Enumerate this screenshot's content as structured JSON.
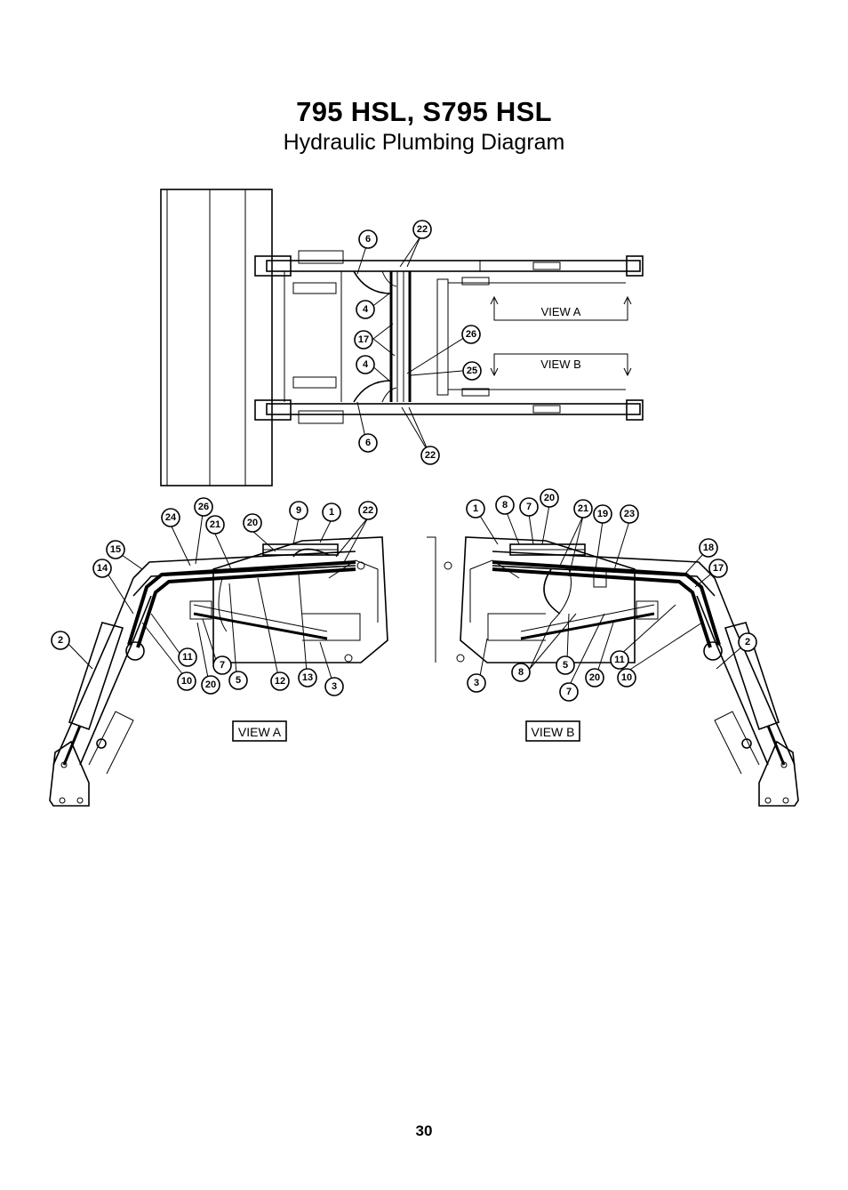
{
  "header": {
    "title": "795 HSL, S795 HSL",
    "subtitle": "Hydraulic Plumbing Diagram"
  },
  "top_view": {
    "labels": {
      "view_a": "VIEW A",
      "view_b": "VIEW B"
    },
    "callouts": [
      "6",
      "22",
      "4",
      "17",
      "26",
      "4",
      "25",
      "6",
      "22"
    ]
  },
  "view_a": {
    "label": "VIEW A",
    "callouts": [
      "24",
      "26",
      "21",
      "20",
      "9",
      "1",
      "22",
      "15",
      "14",
      "2",
      "11",
      "7",
      "10",
      "20",
      "5",
      "12",
      "13",
      "3"
    ]
  },
  "view_b": {
    "label": "VIEW B",
    "callouts": [
      "1",
      "8",
      "7",
      "20",
      "21",
      "19",
      "23",
      "18",
      "17",
      "2",
      "11",
      "10",
      "20",
      "7",
      "5",
      "8",
      "3"
    ]
  },
  "footer": {
    "page_number": "30"
  }
}
